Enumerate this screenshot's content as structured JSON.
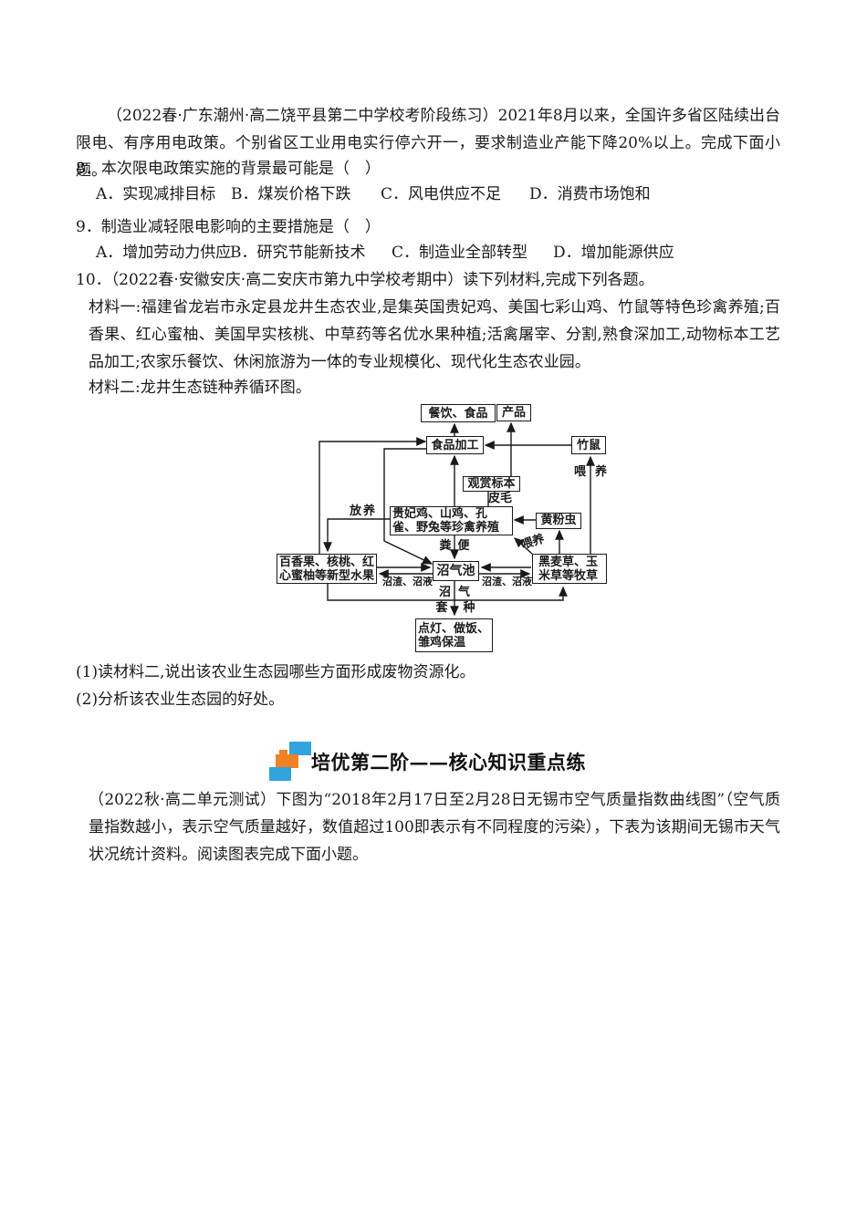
{
  "content": {
    "intro1": "（2022春·广东潮州·高二饶平县第二中学校考阶段练习）2021年8月以来，全国许多省区陆续出台限电、有序用电政策。个别省区工业用电实行停六开一，要求制造业产能下降20%以上。完成下面小题。",
    "q8": {
      "stem": "8．本次限电政策实施的背景最可能是（　）",
      "options": [
        "A．实现减排目标",
        "B．煤炭价格下跌",
        "C．风电供应不足",
        "D．消费市场饱和"
      ]
    },
    "q9": {
      "stem": "9．制造业减轻限电影响的主要措施是（　）",
      "options": [
        "A．增加劳动力供应",
        "B．研究节能新技术",
        "C．制造业全部转型",
        "D．增加能源供应"
      ]
    },
    "q10": {
      "stem": "10．（2022春·安徽安庆·高二安庆市第九中学校考期中）读下列材料,完成下列各题。",
      "material1": "材料一:福建省龙岩市永定县龙井生态农业,是集英国贵妃鸡、美国七彩山鸡、竹鼠等特色珍禽养殖;百香果、红心蜜柚、美国早实核桃、中草药等名优水果种植;活禽屠宰、分割,熟食深加工,动物标本工艺品加工;农家乐餐饮、休闲旅游为一体的专业规模化、现代化生态农业园。",
      "material2": "材料二:龙井生态链种养循环图。",
      "sub1": "(1)读材料二,说出该农业生态园哪些方面形成废物资源化。",
      "sub2": "(2)分析该农业生态园的好处。"
    },
    "section": {
      "title": "培优第二阶——核心知识重点练",
      "icon_blue": "#2FA5DE",
      "icon_orange": "#F08221"
    },
    "intro2": "（2022秋·高二单元测试）下图为“2018年2月17日至2月28日无锡市空气质量指数曲线图”（空气质量指数越小，表示空气质量越好，数值超过100即表示有不同程度的污染），下表为该期间无锡市天气状况统计资料。阅读图表完成下面小题。"
  },
  "diagram": {
    "nodes": [
      {
        "label": "餐饮、食品"
      },
      {
        "label": "产品"
      },
      {
        "label": "食品加工"
      },
      {
        "label": "竹鼠"
      },
      {
        "label": "观赏标本"
      },
      {
        "label": "贵妃鸡、山鸡、孔雀、野兔等珍禽养殖"
      },
      {
        "label": "黄粉虫"
      },
      {
        "label": "百香果、核桃、红心蜜柚等新型水果"
      },
      {
        "label": "沼气池"
      },
      {
        "label": "黑麦草、玉米草等牧草"
      },
      {
        "label": "点灯、做饭、雏鸡保温"
      }
    ],
    "edge_labels": [
      "放养",
      "皮毛",
      "喂养",
      "喂养",
      "粪便",
      "沼渣、沼液",
      "沼渣、沼液",
      "沼气",
      "套种"
    ]
  }
}
